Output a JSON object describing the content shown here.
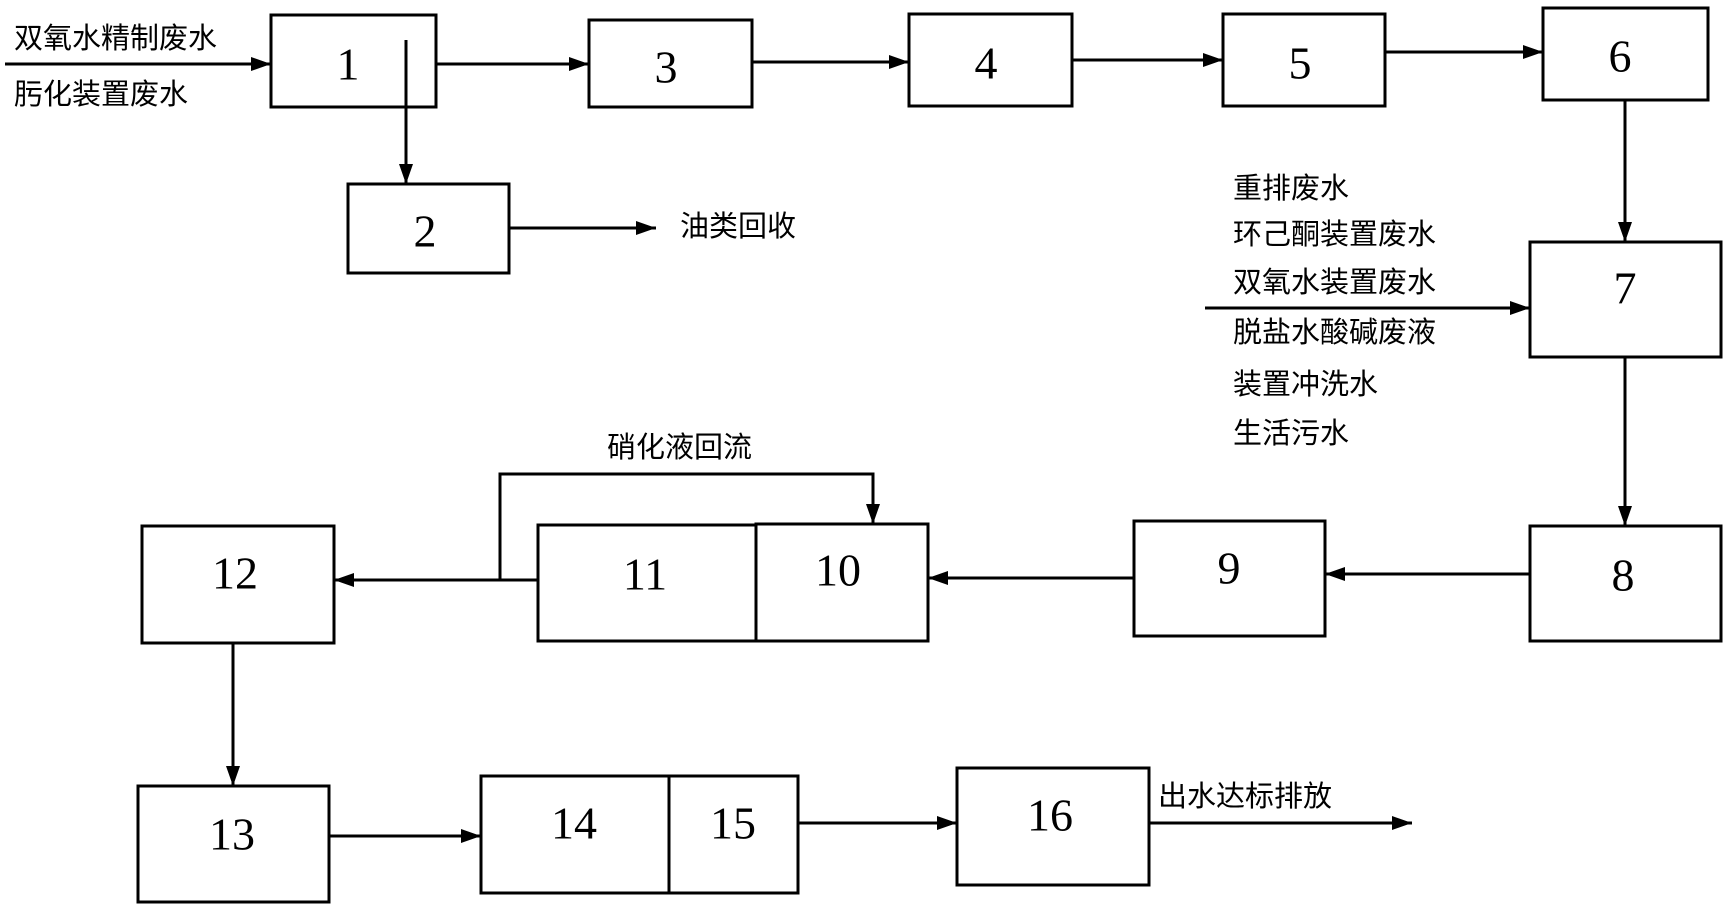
{
  "boxes": {
    "b1": "1",
    "b2": "2",
    "b3": "3",
    "b4": "4",
    "b5": "5",
    "b6": "6",
    "b7": "7",
    "b8": "8",
    "b9": "9",
    "b10": "10",
    "b11": "11",
    "b12": "12",
    "b13": "13",
    "b14": "14",
    "b15": "15",
    "b16": "16"
  },
  "labels": {
    "input_1": "双氧水精制废水",
    "input_2": "肟化装置废水",
    "oil_recovery": "油类回收",
    "inflow_7": [
      "重排废水",
      "环己酮装置废水",
      "双氧水装置废水",
      "脱盐水酸碱废液",
      "装置冲洗水",
      "生活污水"
    ],
    "nitrification_reflux": "硝化液回流",
    "discharge": "出水达标排放"
  }
}
